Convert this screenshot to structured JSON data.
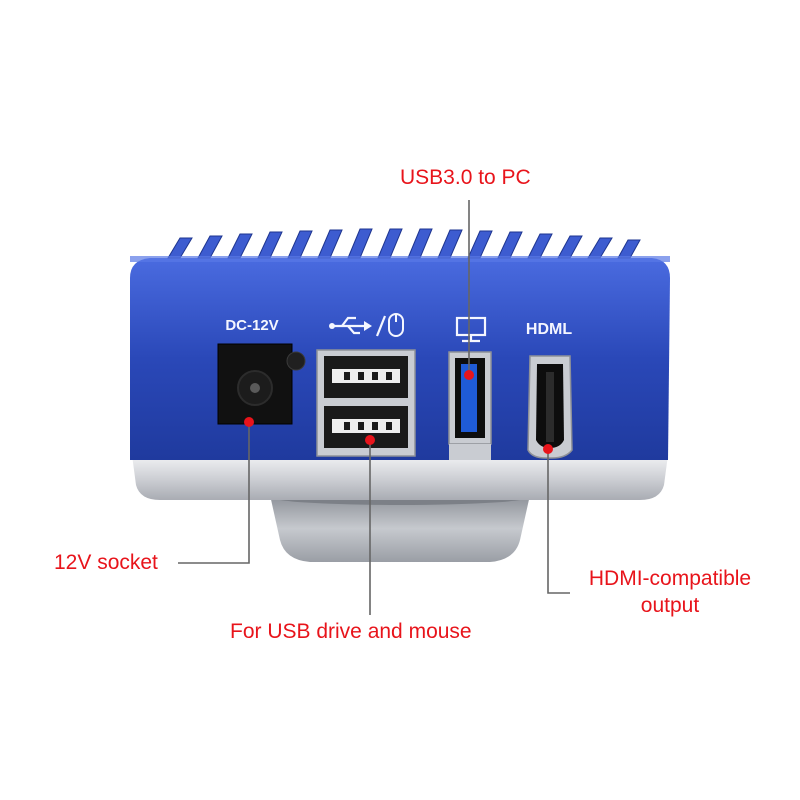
{
  "device": {
    "body_color": "#2a48b8",
    "body_highlight": "#4a6be0",
    "base_color": "#c9cbd0",
    "port_labels": {
      "dc_label": "DC-12V",
      "hdmi_label": "HDML"
    },
    "icons": [
      "usb-symbol-icon",
      "mouse-icon",
      "monitor-icon"
    ]
  },
  "callouts": {
    "color": "#e8141b",
    "usb30": "USB3.0 to PC",
    "socket": "12V socket",
    "usb_drive": "For USB drive and mouse",
    "hdmi_line1": "HDMI-compatible",
    "hdmi_line2": "output"
  }
}
